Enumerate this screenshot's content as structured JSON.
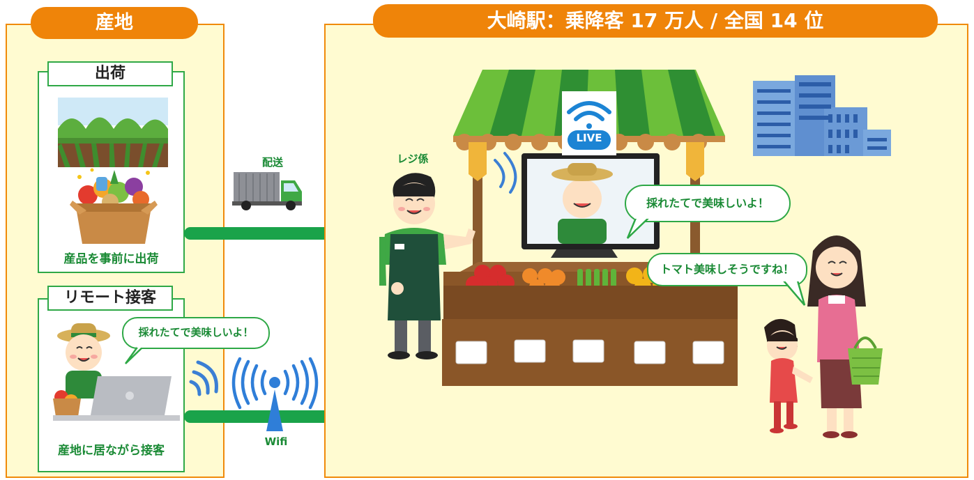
{
  "source_panel": {
    "title": "産地",
    "shipping": {
      "label": "出荷",
      "caption": "産品を事前に出荷"
    },
    "remote": {
      "label": "リモート接客",
      "bubble": "採れたてで美味しいよ！",
      "caption": "産地に居ながら接客"
    }
  },
  "flow": {
    "delivery_label": "配送",
    "wifi_label": "Wifi"
  },
  "station_panel": {
    "title": "大崎駅：乗降客 17 万人 / 全国 14 位",
    "cashier_label": "レジ係",
    "live_badge": "LIVE",
    "farmer_bubble": "採れたてで美味しいよ！",
    "customer_bubble": "トマト美味しそうですね！"
  },
  "colors": {
    "orange": "#ef8409",
    "green": "#1aa34a",
    "panel_bg": "#fffbd1"
  }
}
